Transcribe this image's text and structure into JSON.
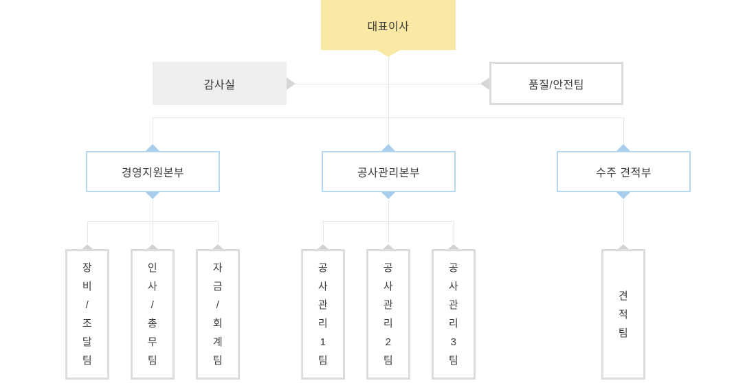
{
  "palette": {
    "ceo_fill": "#fae9a4",
    "staff_fill": "#eeeeee",
    "gray_border": "#dcdcdc",
    "blue_border": "#b5d7f0",
    "blue_arrow": "#a7ccec",
    "gray_arrow": "#d2d2d2",
    "connector_line": "#e5e5e5",
    "text": "#3a3a3a"
  },
  "org_chart": {
    "ceo": {
      "label": "대표이사"
    },
    "staff_left": {
      "label": "감사실"
    },
    "staff_right": {
      "label": "품질/안전팀"
    },
    "divisions": [
      {
        "label": "경영지원본부",
        "teams": [
          {
            "label": "장비/조달팀",
            "label_vertical": "장\n비\n/\n조\n달\n팀"
          },
          {
            "label": "인사/총무팀",
            "label_vertical": "인\n사\n/\n총\n무\n팀"
          },
          {
            "label": "자금/회계팀",
            "label_vertical": "자\n금\n/\n회\n계\n팀"
          }
        ]
      },
      {
        "label": "공사관리본부",
        "teams": [
          {
            "label": "공사관리1팀",
            "label_vertical": "공\n사\n관\n리\n1\n팀"
          },
          {
            "label": "공사관리2팀",
            "label_vertical": "공\n사\n관\n리\n2\n팀"
          },
          {
            "label": "공사관리3팀",
            "label_vertical": "공\n사\n관\n리\n3\n팀"
          }
        ]
      },
      {
        "label": "수주 견적부",
        "teams": [
          {
            "label": "견적팀",
            "label_vertical": "견\n적\n팀"
          }
        ]
      }
    ]
  }
}
